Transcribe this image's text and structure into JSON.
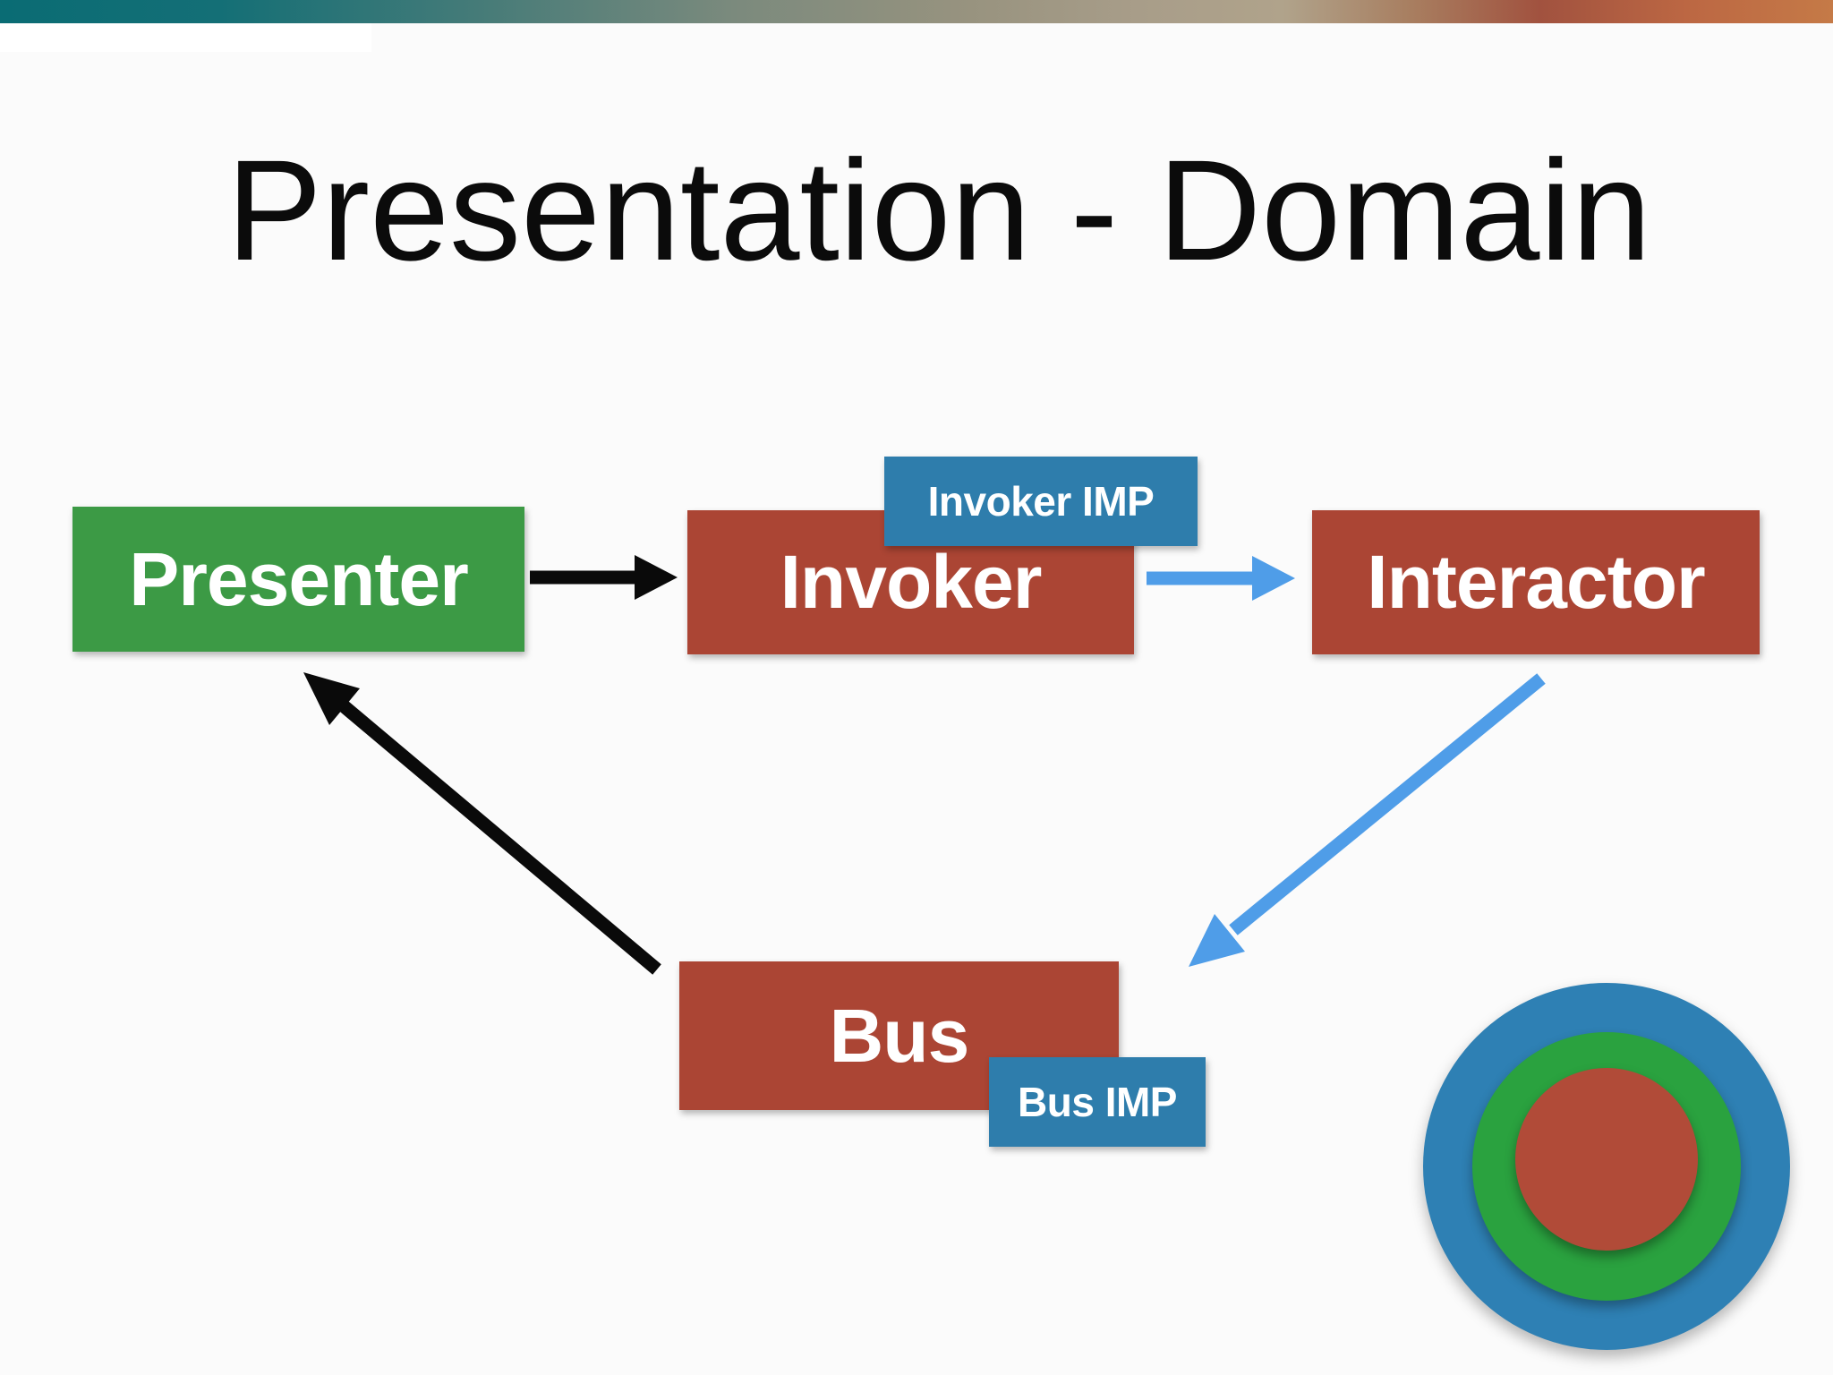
{
  "slide": {
    "title": "Presentation - Domain"
  },
  "nodes": {
    "presenter": {
      "label": "Presenter"
    },
    "invoker": {
      "label": "Invoker"
    },
    "invoker_imp": {
      "label": "Invoker IMP"
    },
    "interactor": {
      "label": "Interactor"
    },
    "bus": {
      "label": "Bus"
    },
    "bus_imp": {
      "label": "Bus IMP"
    }
  },
  "connections": [
    {
      "from": "Presenter",
      "to": "Invoker",
      "style": "black-arrow"
    },
    {
      "from": "Invoker",
      "to": "Interactor",
      "style": "blue-arrow"
    },
    {
      "from": "Interactor",
      "to": "Bus",
      "style": "blue-arrow"
    },
    {
      "from": "Bus",
      "to": "Presenter",
      "style": "black-arrow"
    }
  ],
  "colors": {
    "background": "#fbfbfb",
    "title_text": "#0b0b0b",
    "box_green": "#3c9a45",
    "box_red": "#ab4534",
    "badge_blue": "#2e7dac",
    "box_text": "#ffffff",
    "arrow_black": "#0a0a0a",
    "arrow_blue": "#4f9de8",
    "ring_blue": "#2e80b4",
    "ring_green": "#2aa23f",
    "ring_red": "#b14b38",
    "header_stops": [
      "#0a6c74 0%",
      "#146f76 12%",
      "#457b78 26%",
      "#7b8a7d 40%",
      "#98937f 53%",
      "#a89d89 62%",
      "#b0a38b 70%",
      "#a87e60 77%",
      "#a1523f 84%",
      "#bc6743 92%",
      "#c57a47 100%"
    ]
  }
}
